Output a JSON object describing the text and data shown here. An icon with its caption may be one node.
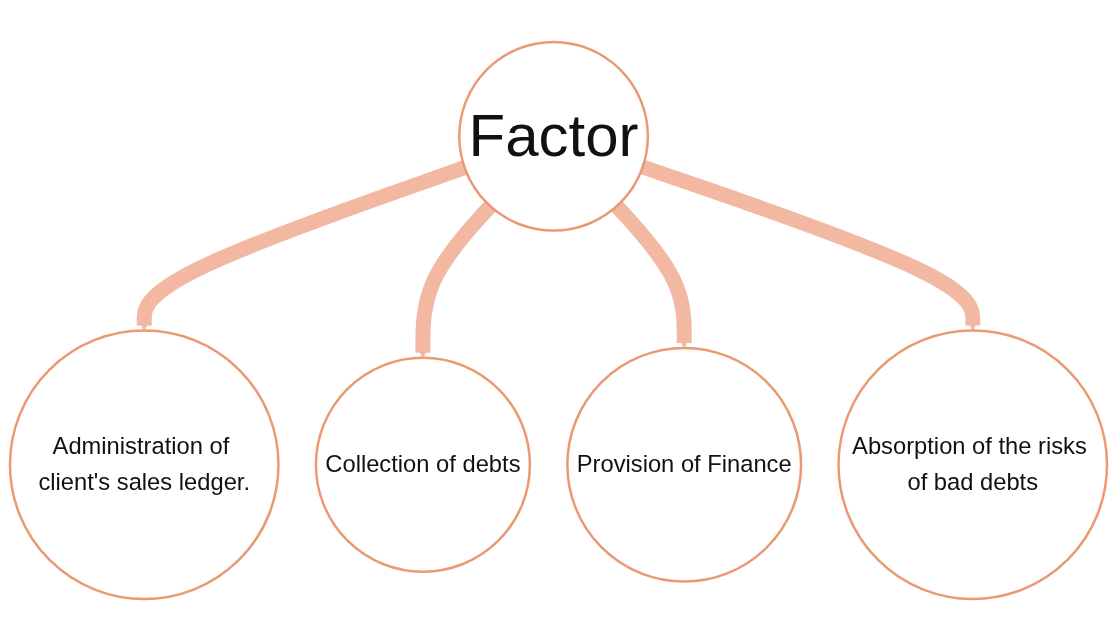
{
  "diagram": {
    "nodes": [
      {
        "text": [
          "Factor"
        ]
      },
      {
        "text": [
          "Administration of client's sales ledger."
        ]
      },
      {
        "text": [
          "Collection of debts"
        ]
      },
      {
        "text": [
          "Provision of Finance"
        ]
      },
      {
        "text": [
          "Absorption of the risks of bad debts"
        ]
      }
    ],
    "edges": [
      {
        "from": 0,
        "to": 1,
        "arrow": "to"
      },
      {
        "from": 0,
        "to": 2,
        "arrow": "to"
      },
      {
        "from": 0,
        "to": 3,
        "arrow": "to"
      },
      {
        "from": 0,
        "to": 4,
        "arrow": "to"
      }
    ]
  }
}
